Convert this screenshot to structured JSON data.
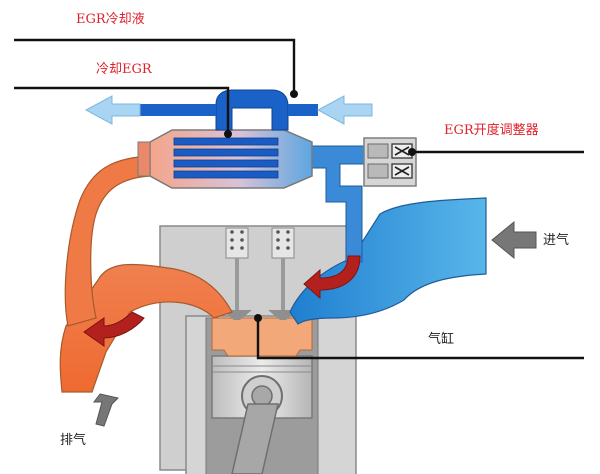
{
  "labels": {
    "egr_coolant": "EGR冷却液",
    "cooled_egr": "冷却EGR",
    "egr_valve": "EGR开度调整器",
    "intake": "进气",
    "cylinder": "气缸",
    "exhaust": "排气"
  },
  "colors": {
    "label_red": "#e0202a",
    "label_black": "#222222",
    "coolant_blue": "#1a62c8",
    "intake_blue": "#3fa3df",
    "exhaust_orange": "#ec6a35",
    "engine_grey": "#c9c9c9",
    "arrow_dark_red": "#b3211f",
    "leader_line": "#111111"
  }
}
